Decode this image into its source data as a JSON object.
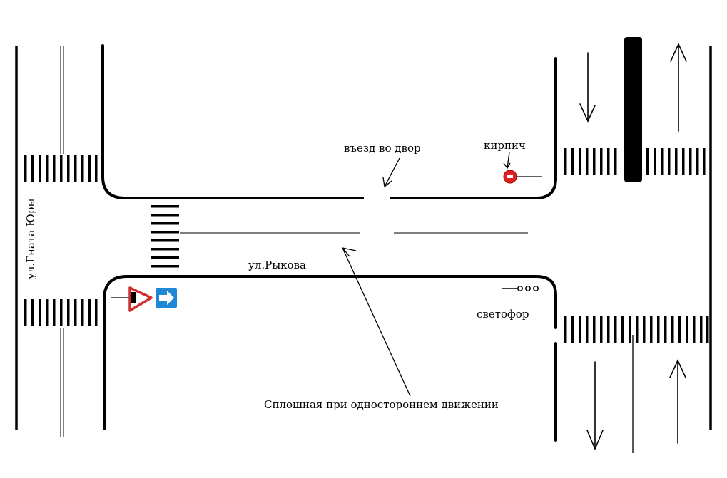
{
  "labels": {
    "street_left": "ул.Гната Юры",
    "street_middle": "ул.Рыкова",
    "yard_entrance": "въезд во двор",
    "brick_sign": "кирпич",
    "traffic_light": "светофор",
    "solid_line_note": "Сплошная при одностороннем движении"
  },
  "colors": {
    "line": "#000000",
    "brick_sign": "#e02020",
    "yield_sign_border": "#d03030",
    "direction_sign": "#1e88d6",
    "background": "#ffffff"
  },
  "icons": {
    "brick_sign": "no-entry-sign-icon",
    "yield_sign": "yield-sign-icon",
    "direction_sign": "right-arrow-sign-icon",
    "traffic_light": "traffic-light-icon"
  }
}
